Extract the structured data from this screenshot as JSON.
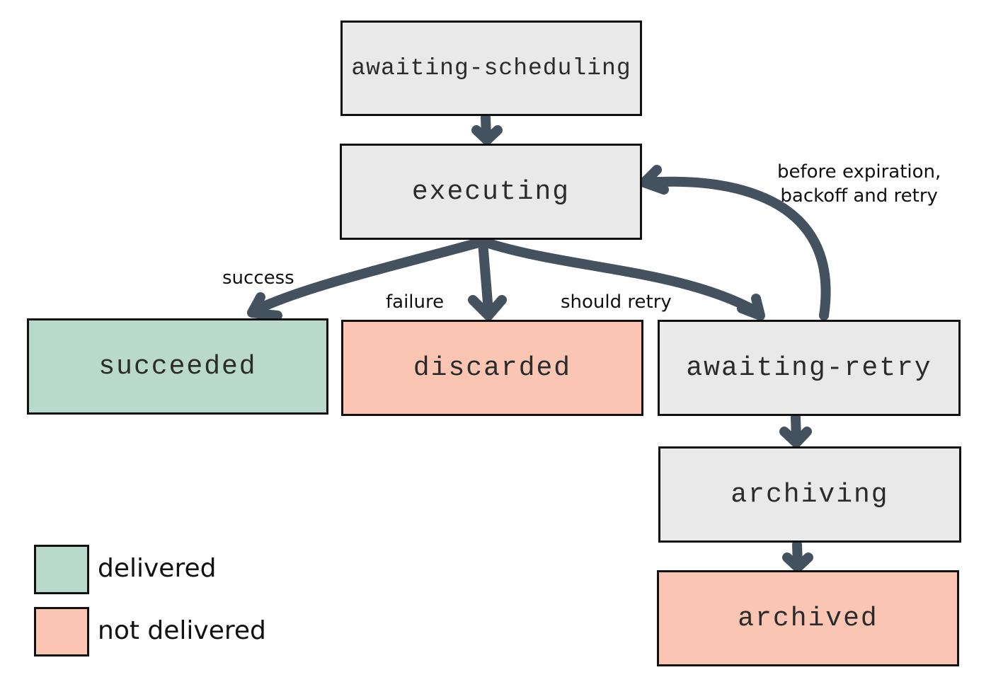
{
  "colors": {
    "neutral": "#e9e9e9",
    "delivered": "#b8d9cb",
    "not_delivered": "#fbc5b3",
    "border": "#111111",
    "arrow": "#445260"
  },
  "nodes": {
    "awaiting_scheduling": {
      "label": "awaiting-scheduling",
      "status": "neutral"
    },
    "executing": {
      "label": "executing",
      "status": "neutral"
    },
    "succeeded": {
      "label": "succeeded",
      "status": "delivered"
    },
    "discarded": {
      "label": "discarded",
      "status": "not_delivered"
    },
    "awaiting_retry": {
      "label": "awaiting-retry",
      "status": "neutral"
    },
    "archiving": {
      "label": "archiving",
      "status": "neutral"
    },
    "archived": {
      "label": "archived",
      "status": "not_delivered"
    }
  },
  "edges": [
    {
      "from": "awaiting_scheduling",
      "to": "executing",
      "label": ""
    },
    {
      "from": "executing",
      "to": "succeeded",
      "label": "success"
    },
    {
      "from": "executing",
      "to": "discarded",
      "label": "failure"
    },
    {
      "from": "executing",
      "to": "awaiting_retry",
      "label": "should retry"
    },
    {
      "from": "awaiting_retry",
      "to": "executing",
      "label": "before expiration, backoff and retry"
    },
    {
      "from": "awaiting_retry",
      "to": "archiving",
      "label": ""
    },
    {
      "from": "archiving",
      "to": "archived",
      "label": ""
    }
  ],
  "edge_labels": {
    "success": "success",
    "failure": "failure",
    "should_retry": "should retry",
    "retry_loop_line1": "before expiration,",
    "retry_loop_line2": "backoff and retry"
  },
  "legend": {
    "delivered": "delivered",
    "not_delivered": "not delivered"
  }
}
